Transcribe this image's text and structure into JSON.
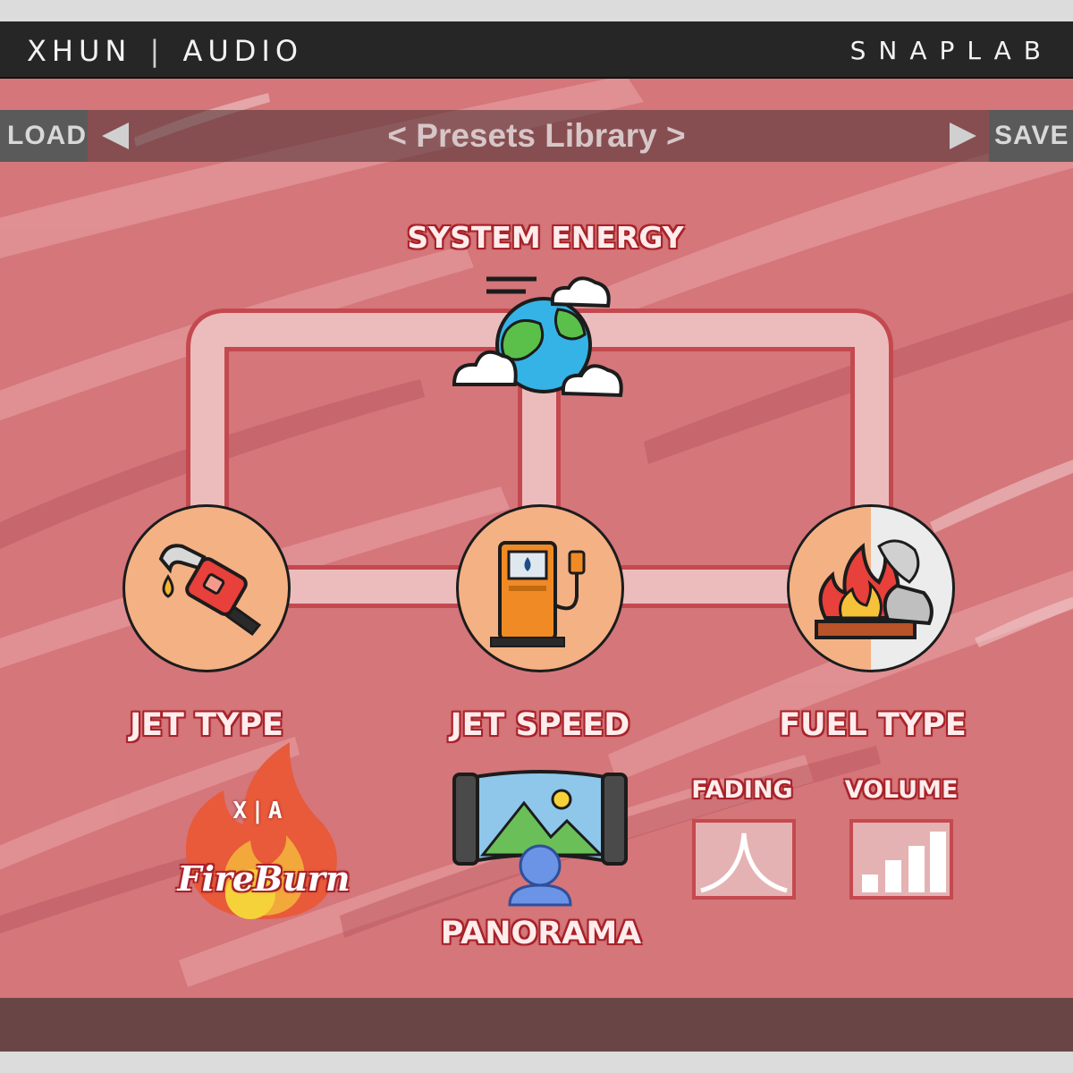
{
  "header": {
    "brand_left": "XHUN",
    "brand_sep": "|",
    "brand_right": "AUDIO",
    "product": "SNAPLAB"
  },
  "presets": {
    "load_label": "LOAD",
    "save_label": "SAVE",
    "current": "< Presets Library >"
  },
  "controls": {
    "system_energy": "SYSTEM ENERGY",
    "jet_type": "JET TYPE",
    "jet_speed": "JET SPEED",
    "fuel_type": "FUEL TYPE",
    "panorama": "PANORAMA",
    "fading": "FADING",
    "volume": "VOLUME"
  },
  "logo": {
    "small": "X|A",
    "name": "FireBurn"
  },
  "colors": {
    "panel": "#d4767a",
    "header": "#262626",
    "knob_orange": "#f4b184",
    "label_outline": "#a8232a"
  },
  "icons": {
    "system_energy": "earth-globe-clouds-icon",
    "jet_type": "fuel-nozzle-icon",
    "jet_speed": "fuel-pump-icon",
    "fuel_type": "campfire-coal-icon",
    "panorama": "panorama-listener-icon",
    "fading": "fade-curve-icon",
    "volume": "volume-bars-icon"
  }
}
